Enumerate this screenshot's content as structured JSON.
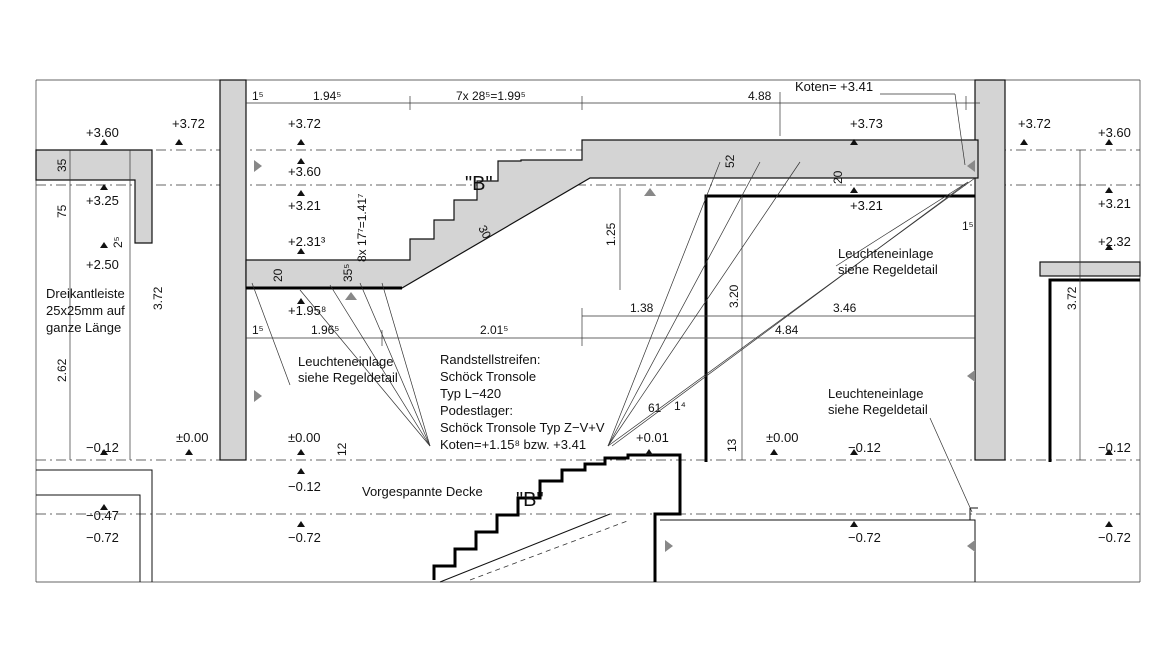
{
  "dimensions": {
    "d_1_5_top": "1⁵",
    "d_1_94_5": "1.94⁵",
    "d_stairs": "7x 28⁵=1.99⁵",
    "d_4_88": "4.88",
    "d_1_25": "1.25",
    "d_1_38": "1.38",
    "d_3_20": "3.20",
    "d_3_46": "3.46",
    "d_1_5_mid": "1⁵",
    "d_1_96_5": "1.96⁵",
    "d_2_01_5": "2.01⁵",
    "d_4_84": "4.84",
    "d_35": "35",
    "d_75": "75",
    "d_2_5": "2⁵",
    "d_3_72_left": "3.72",
    "d_2_62": "2.62",
    "d_3_72_right": "3.72",
    "d_rise": "8x 17⁷=1.41⁷",
    "d_30": "30",
    "d_20a": "20",
    "d_35_5": "35⁵",
    "d_52": "52",
    "d_20b": "20",
    "d_1_5_right": "1⁵",
    "d_12": "12",
    "d_13": "13",
    "d_61": "61",
    "d_1_4": "1⁴"
  },
  "levels": {
    "l_360_left": "+3.60",
    "l_325": "+3.25",
    "l_250": "+2.50",
    "l_372_a": "+3.72",
    "l_372_b": "+3.72",
    "l_360_b": "+3.60",
    "l_321_a": "+3.21",
    "l_231_3": "+2.31³",
    "l_195_8": "+1.95⁸",
    "l_373": "+3.73",
    "l_321_b": "+3.21",
    "l_372_r": "+3.72",
    "l_360_r": "+3.60",
    "l_321_r": "+3.21",
    "l_232_r": "+2.32",
    "l_m012_left": "−0.12",
    "l_000_a": "±0.00",
    "l_000_b": "±0.00",
    "l_m012_b": "−0.12",
    "l_001": "+0.01",
    "l_000_c": "±0.00",
    "l_m012_c": "−0.12",
    "l_m012_r": "−0.12",
    "l_m047": "−0.47",
    "l_m072_a": "−0.72",
    "l_m072_b": "−0.72",
    "l_m072_c": "−0.72",
    "l_m072_r": "−0.72"
  },
  "labels": {
    "koten_top": "Koten= +3.41",
    "stair_b_upper": "\"B\"",
    "stair_b_lower": "\"B\"",
    "leucht_right_1": "Leuchteneinlage",
    "leucht_right_2": "siehe Regeldetail",
    "leucht_left_1": "Leuchteneinlage",
    "leucht_left_2": "siehe Regeldetail",
    "leucht_low_1": "Leuchteneinlage",
    "leucht_low_2": "siehe Regeldetail",
    "dreikant_1": "Dreikantleiste",
    "dreikant_2": "25x25mm auf",
    "dreikant_3": "ganze Länge",
    "rand_1": "Randstellstreifen:",
    "rand_2": "Schöck Tronsole",
    "rand_3": "Typ L−420",
    "rand_4": "Podestlager:",
    "rand_5": "Schöck Tronsole Typ Z−V+V",
    "rand_6": "Koten=+1.15⁸ bzw. +3.41",
    "vorgespannt": "Vorgespannte Decke"
  }
}
